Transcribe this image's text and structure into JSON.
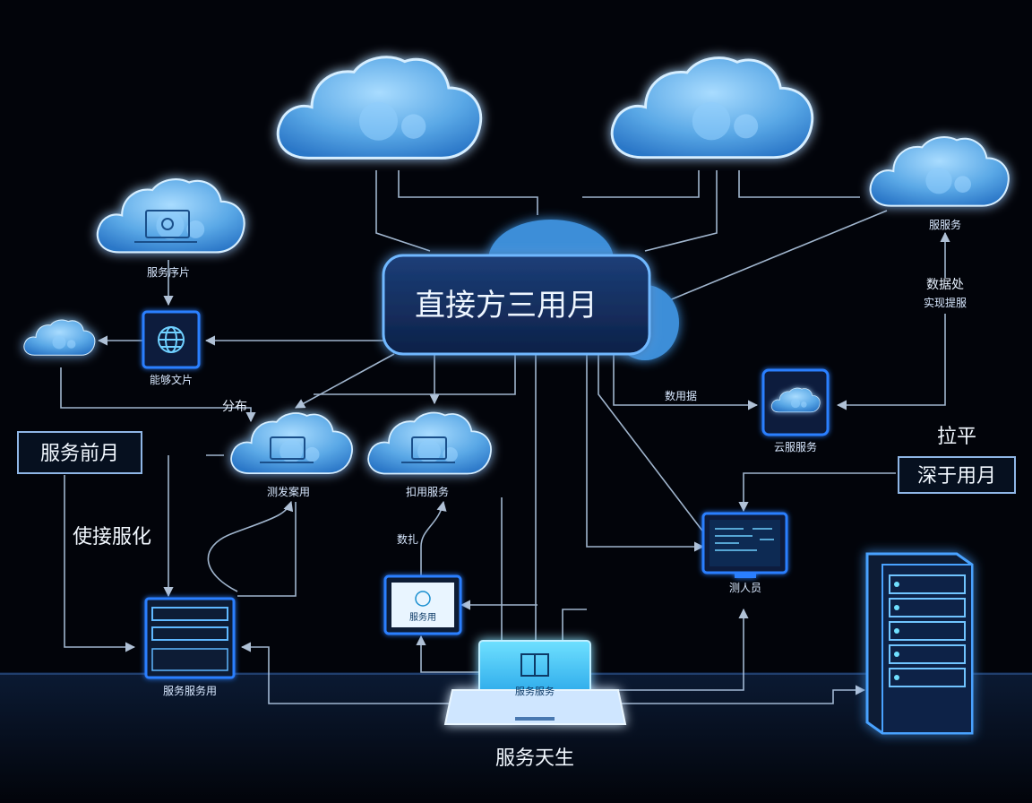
{
  "title": "直接方三用月",
  "colors": {
    "background": "#02040a",
    "cloud_fill": "#5aa8e6",
    "cloud_glow": "#2f8cff",
    "line": "#bcd4f0",
    "device_frame": "#2a7fff",
    "screen": "#39c3ff",
    "text": "#e8f2ff"
  },
  "labels": {
    "top_left_cloud": "服务序片",
    "left_globe_node": "能够文片",
    "left_branch": "分布",
    "left_box": "服务前月",
    "left_side_text": "使接服化",
    "mid_left_cloud": "测发案用",
    "mid_cloud": "扣用服务",
    "mid_small_label": "数扎",
    "tablet": "服务用",
    "right_cloud_node": "云服服务",
    "right_arrow_label": "数用据",
    "right_top_cloud": "服服务",
    "right_stack_line1": "数据处",
    "right_stack_line2": "实现提服",
    "right_heading": "拉平",
    "right_box": "深于用月",
    "monitor": "测人员",
    "left_server": "服务服务用",
    "laptop_screen": "服务服务",
    "bottom": "服务天生"
  },
  "icons": {
    "left_globe_node": "globe-icon",
    "right_cloud_node": "cloud-icon",
    "top_left_cloud": "laptop-icon",
    "mid_left_cloud": "laptop-icon",
    "mid_cloud": "laptop-icon"
  }
}
